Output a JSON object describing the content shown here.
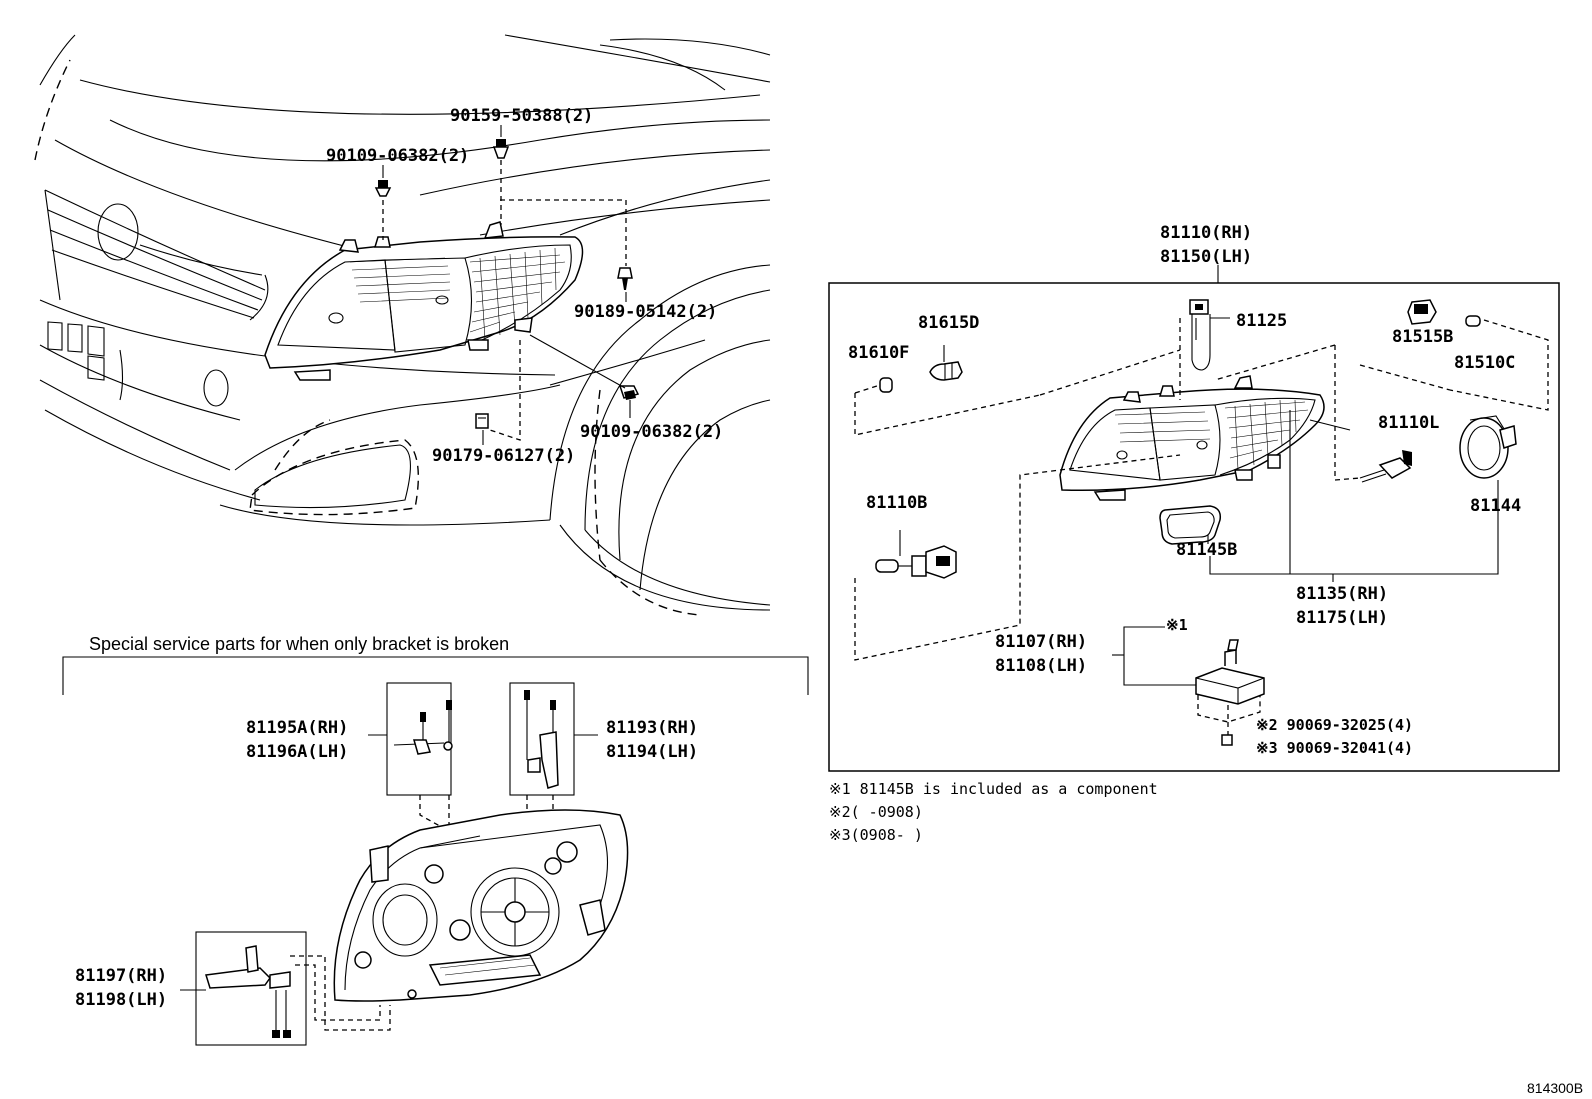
{
  "car_view_labels": {
    "bolt_top": "90159-50388(2)",
    "bolt_left": "90109-06382(2)",
    "clip_right": "90189-05142(2)",
    "bolt_lower_right": "90109-06382(2)",
    "nut_lower": "90179-06127(2)"
  },
  "unit_box": {
    "assembly_rh": "81110(RH)",
    "assembly_lh": "81150(LH)",
    "bulb_81615D": "81615D",
    "bulb_81610F": "81610F",
    "socket_81125": "81125",
    "socket_81515B": "81515B",
    "bulb_81510C": "81510C",
    "bulb_81110L": "81110L",
    "bulb_81110B": "81110B",
    "cover_81144": "81144",
    "gasket_81145B": "81145B",
    "housing_rh": "81135(RH)",
    "housing_lh": "81175(LH)",
    "ballast_rh": "81107(RH)",
    "ballast_lh": "81108(LH)",
    "ballast_mark": "※1",
    "screw_1": "※2 90069-32025(4)",
    "screw_2": "※3 90069-32041(4)"
  },
  "notes": [
    "※1 81145B is included as a component",
    "※2(     -0908)",
    "※3(0908-     )"
  ],
  "special_parts": {
    "title": "Special service parts for when only bracket is broken",
    "bracket_a_rh": "81195A(RH)",
    "bracket_a_lh": "81196A(LH)",
    "bracket_b_rh": "81193(RH)",
    "bracket_b_lh": "81194(LH)",
    "bracket_c_rh": "81197(RH)",
    "bracket_c_lh": "81198(LH)"
  },
  "figure_ref": "814300B"
}
